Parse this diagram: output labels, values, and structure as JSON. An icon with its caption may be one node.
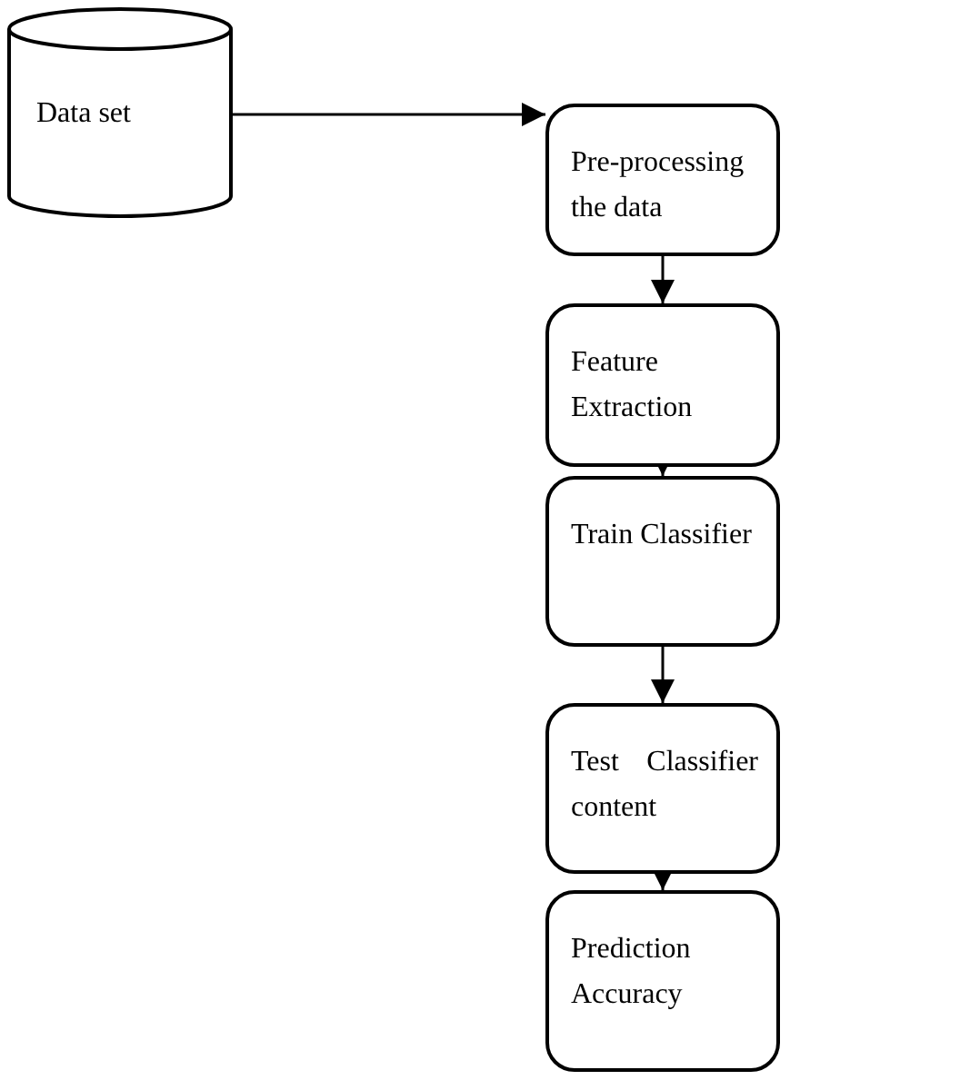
{
  "diagram": {
    "nodes": [
      {
        "text": [
          "Data set"
        ]
      },
      {
        "text": [
          "Pre-processing the data"
        ]
      },
      {
        "text": [
          "Feature Extraction"
        ]
      },
      {
        "text": [
          "Train Classifier"
        ]
      },
      {
        "text": [
          "Test Classifier content"
        ]
      },
      {
        "text": [
          "Prediction Accuracy"
        ]
      }
    ],
    "edges": [
      {
        "from": 0,
        "to": 1,
        "arrow": "to"
      },
      {
        "from": 1,
        "to": 2,
        "arrow": "to"
      },
      {
        "from": 2,
        "to": 3,
        "arrow": "to"
      },
      {
        "from": 3,
        "to": 4,
        "arrow": "to"
      },
      {
        "from": 4,
        "to": 5,
        "arrow": "to"
      }
    ]
  }
}
